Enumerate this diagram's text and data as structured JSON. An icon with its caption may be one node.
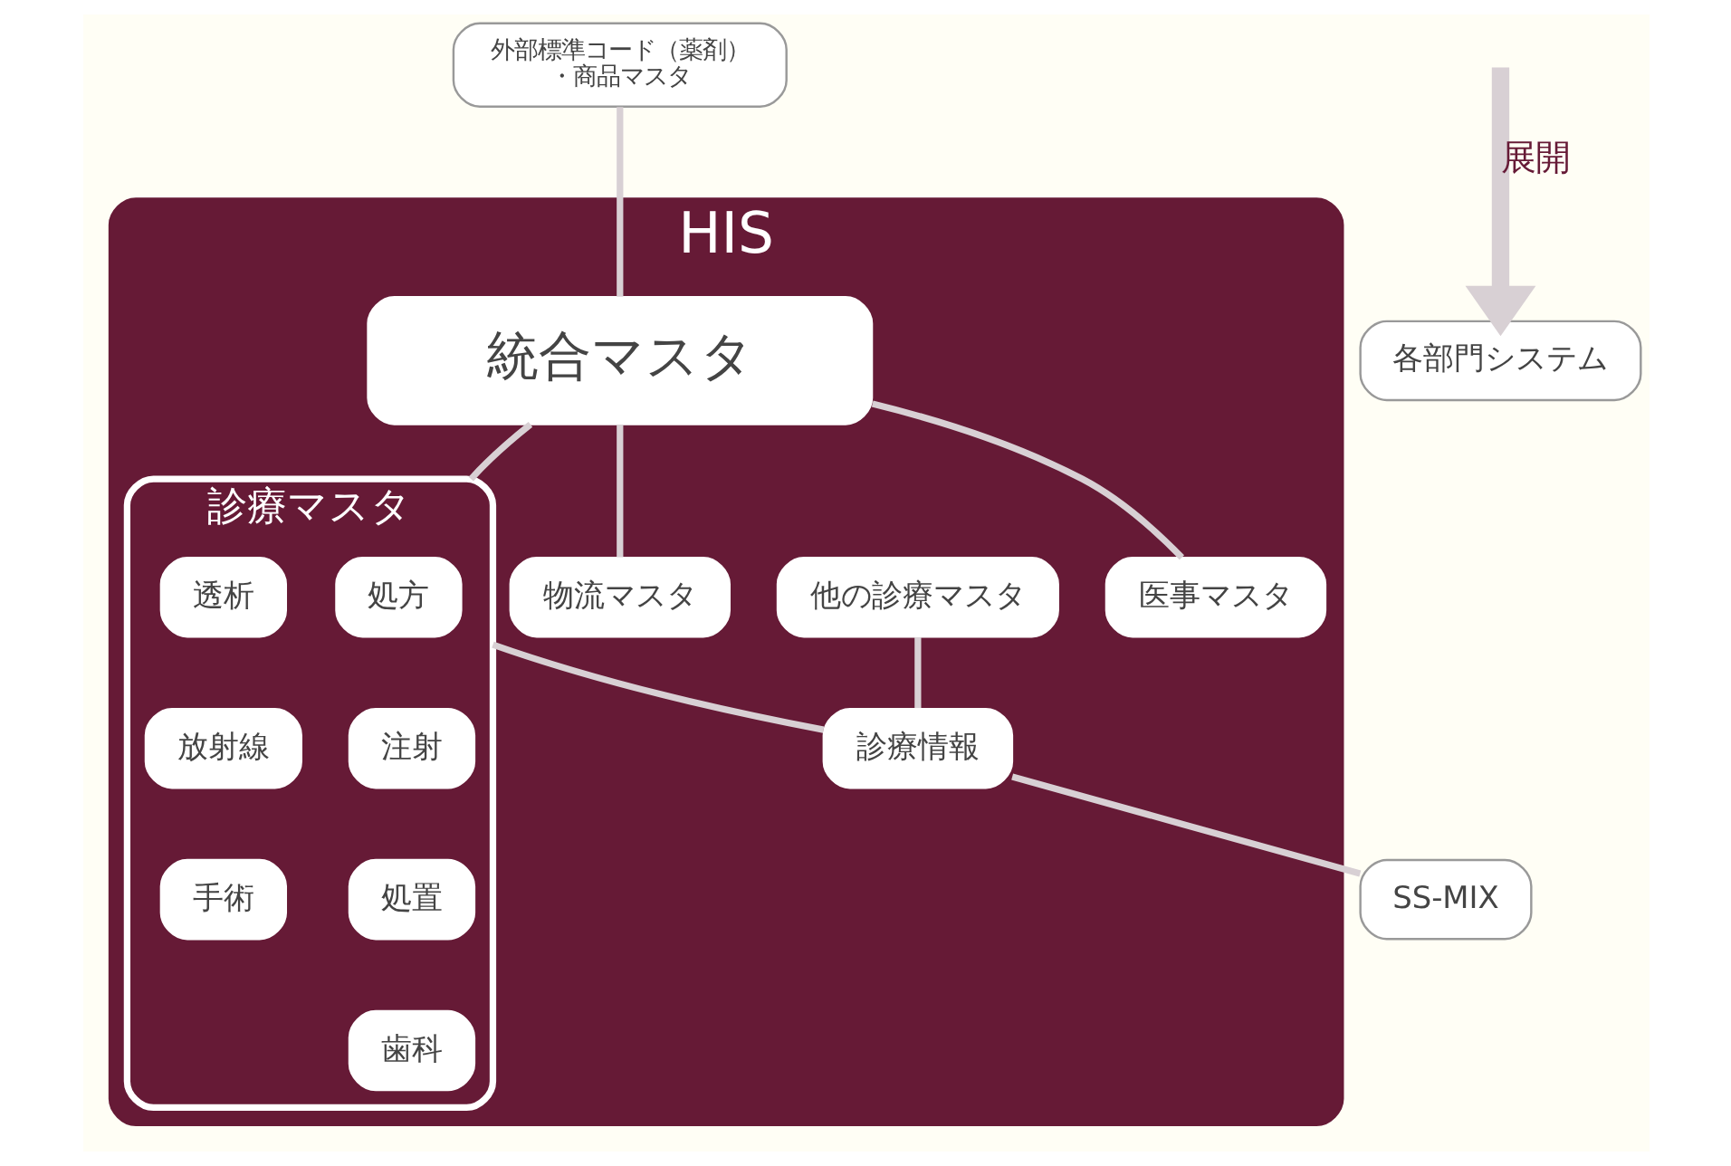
{
  "diagram": {
    "nodes": [
      {
        "text": [
          "HIS"
        ]
      },
      {
        "text": [
          "外部標準コード（薬剤）",
          "・商品マスタ"
        ]
      },
      {
        "text": [
          "統合マスタ"
        ],
        "in": 0
      },
      {
        "text": [
          "物流マスタ"
        ],
        "in": 0
      },
      {
        "text": [
          "診療マスタ"
        ],
        "in": 0
      },
      {
        "text": [
          "医事マスタ"
        ],
        "in": 0
      },
      {
        "text": [
          "処方"
        ],
        "in": 4
      },
      {
        "text": [
          "透析"
        ],
        "in": 4
      },
      {
        "text": [
          "注射"
        ],
        "in": 4
      },
      {
        "text": [
          "放射線"
        ],
        "in": 4
      },
      {
        "text": [
          "処置"
        ],
        "in": 4
      },
      {
        "text": [
          "手術"
        ],
        "in": 4
      },
      {
        "text": [
          "歯科"
        ],
        "in": 4
      },
      {
        "text": [
          "他の診療マスタ"
        ],
        "in": 0
      },
      {
        "text": [
          "診療情報"
        ],
        "in": 0
      },
      {
        "text": [
          "各部門システム"
        ]
      },
      {
        "text": [
          "SS-MIX"
        ]
      }
    ],
    "edges": [
      {
        "from": 1,
        "to": 2,
        "arrow": "none"
      },
      {
        "from": 2,
        "to": 3,
        "arrow": "none"
      },
      {
        "from": 2,
        "to": 4,
        "arrow": "none"
      },
      {
        "from": 2,
        "to": 5,
        "arrow": "none"
      },
      {
        "from": 4,
        "to": 14,
        "arrow": "none"
      },
      {
        "from": 13,
        "to": 14,
        "arrow": "none"
      },
      {
        "from": 14,
        "to": 16,
        "arrow": "none"
      },
      {
        "from": null,
        "to": 15,
        "arrow": "to",
        "label": "展開",
        "style": "thick"
      }
    ]
  }
}
